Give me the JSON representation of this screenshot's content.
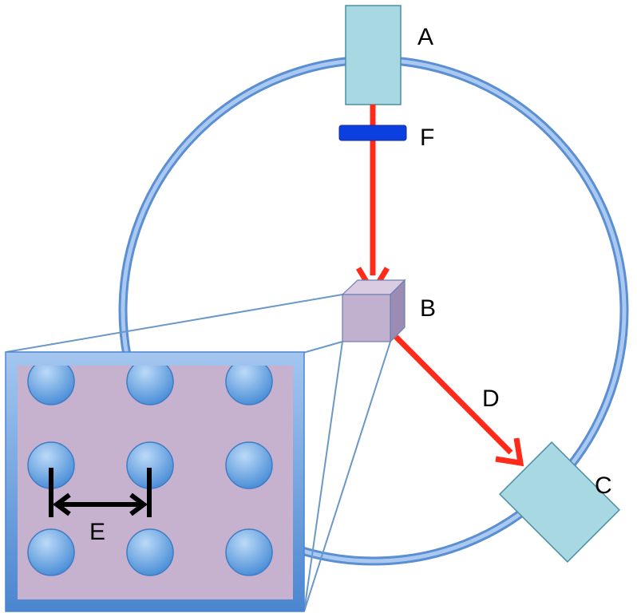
{
  "labels": {
    "source": "A",
    "sample": "B",
    "detector": "C",
    "diffracted_beam": "D",
    "lattice_spacing": "E",
    "filter": "F"
  },
  "colors": {
    "ring": "#6fa0dc",
    "ring_inner": "#9dc1ee",
    "box": "#a8d8e2",
    "box_edge": "#4a8fa6",
    "beam": "#ff2a1a",
    "filter": "#0b3fe0",
    "crystal_face": "#c2b0cf",
    "crystal_top": "#d8cbe2",
    "crystal_side": "#9c8bb2",
    "lattice_bg": "#c6b2cf",
    "atom_light": "#a9cdf3",
    "atom_dark": "#4c8fd8"
  },
  "icons": {
    "ring": "goniometer-ring",
    "source": "source-box",
    "detector": "detector-box",
    "crystal": "crystal-cube",
    "filter": "filter-bar"
  }
}
